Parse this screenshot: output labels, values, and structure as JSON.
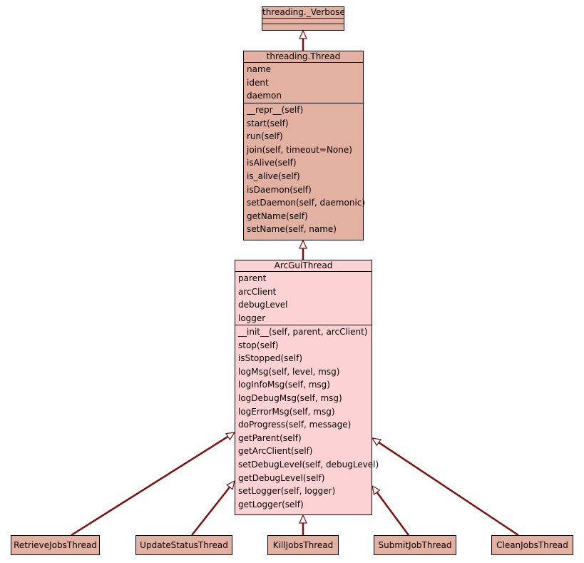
{
  "colors": {
    "external_fill": "#e2b1a2",
    "main_fill": "#fcd2d4",
    "edge": "#7a1010",
    "border": "#000000"
  },
  "nodes": {
    "verbose": {
      "title": "threading._Verbose",
      "attributes": [],
      "methods": []
    },
    "thread": {
      "title": "threading.Thread",
      "attributes": [
        "name",
        "ident",
        "daemon"
      ],
      "methods": [
        "__repr__(self)",
        "start(self)",
        "run(self)",
        "join(self, timeout=None)",
        "isAlive(self)",
        "is_alive(self)",
        "isDaemon(self)",
        "setDaemon(self, daemonic)",
        "getName(self)",
        "setName(self, name)"
      ]
    },
    "arcguithread": {
      "title": "ArcGuiThread",
      "attributes": [
        "parent",
        "arcClient",
        "debugLevel",
        "logger"
      ],
      "methods": [
        "__init__(self, parent, arcClient)",
        "stop(self)",
        "isStopped(self)",
        "logMsg(self, level, msg)",
        "logInfoMsg(self, msg)",
        "logDebugMsg(self, msg)",
        "logErrorMsg(self, msg)",
        "doProgress(self, message)",
        "getParent(self)",
        "getArcClient(self)",
        "setDebugLevel(self, debugLevel)",
        "getDebugLevel(self)",
        "setLogger(self, logger)",
        "getLogger(self)"
      ]
    },
    "subclasses": [
      "RetrieveJobsThread",
      "UpdateStatusThread",
      "KillJobsThread",
      "SubmitJobThread",
      "CleanJobsThread"
    ]
  }
}
